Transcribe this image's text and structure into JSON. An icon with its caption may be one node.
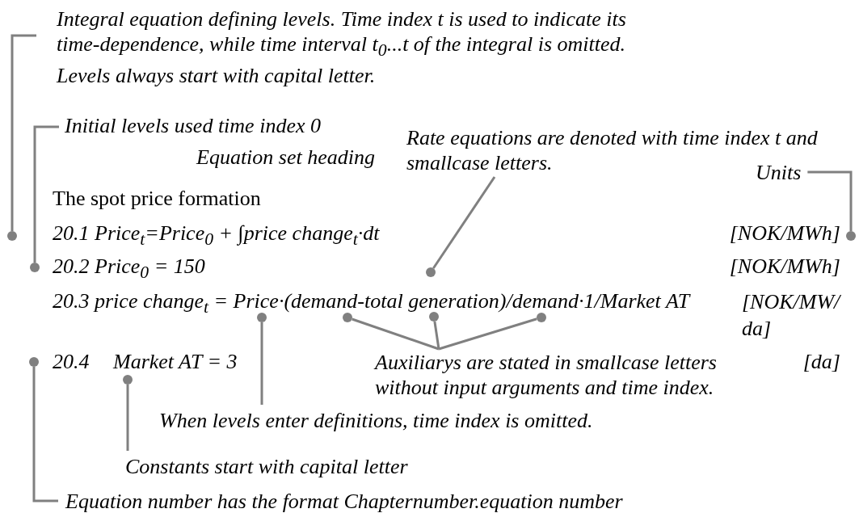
{
  "diagram": {
    "nodes": [
      {
        "text": [
          "Integral equation defining levels.  Time index t is used to indicate its time-dependence, while time interval t$_{0}$...t of the integral is omitted.  Levels always start with capital letter."
        ]
      },
      {
        "text": [
          "Initial levels used time index 0"
        ]
      },
      {
        "text": [
          "Rate equations are denoted with time index t and smallcase letters."
        ]
      },
      {
        "text": [
          "Units"
        ]
      },
      {
        "text": [
          "Auxiliarys are stated in smallcase letters without input arguments and time index."
        ]
      },
      {
        "text": [
          "When levels enter definitions, time index is omitted."
        ]
      },
      {
        "text": [
          "Constants start with capital letter"
        ]
      },
      {
        "text": [
          "Equation number has the format Chapternumber.equation number"
        ]
      },
      {
        "text": [],
        "shape": "circle"
      },
      {
        "text": [],
        "shape": "circle"
      },
      {
        "text": [],
        "shape": "circle"
      },
      {
        "text": [],
        "shape": "circle"
      },
      {
        "text": [],
        "shape": "circle"
      },
      {
        "text": [],
        "shape": "circle"
      },
      {
        "text": [],
        "shape": "circle"
      },
      {
        "text": [],
        "shape": "circle"
      },
      {
        "text": [],
        "shape": "circle"
      },
      {
        "text": [],
        "shape": "circle"
      }
    ],
    "edges": [
      {
        "from": 0,
        "to": 8,
        "arrow": "none"
      },
      {
        "from": 1,
        "to": 10,
        "arrow": "none"
      },
      {
        "from": 2,
        "to": 11,
        "arrow": "none"
      },
      {
        "from": 3,
        "to": 9,
        "arrow": "none"
      },
      {
        "from": 4,
        "to": 13,
        "arrow": "none"
      },
      {
        "from": 4,
        "to": 14,
        "arrow": "none"
      },
      {
        "from": 4,
        "to": 15,
        "arrow": "none"
      },
      {
        "from": 5,
        "to": 12,
        "arrow": "none"
      },
      {
        "from": 6,
        "to": 17,
        "arrow": "none"
      },
      {
        "from": 7,
        "to": 16,
        "arrow": "none"
      }
    ],
    "labels": [
      "Equation set heading",
      "The spot price formation",
      "20.1 Price$_{t}$=Price$_{0}$ +  ∫price change$_{t}$·dt",
      "[NOK/MWh]",
      "20.2 Price$_{0}$ = 150",
      "[NOK/MWh]",
      "20.3 price change$_{t}$ = Price·(demand-total generation)/demand·1/Market AT",
      "[NOK/MW/da]",
      "20.4",
      "Market AT = 3",
      "[da]"
    ]
  }
}
